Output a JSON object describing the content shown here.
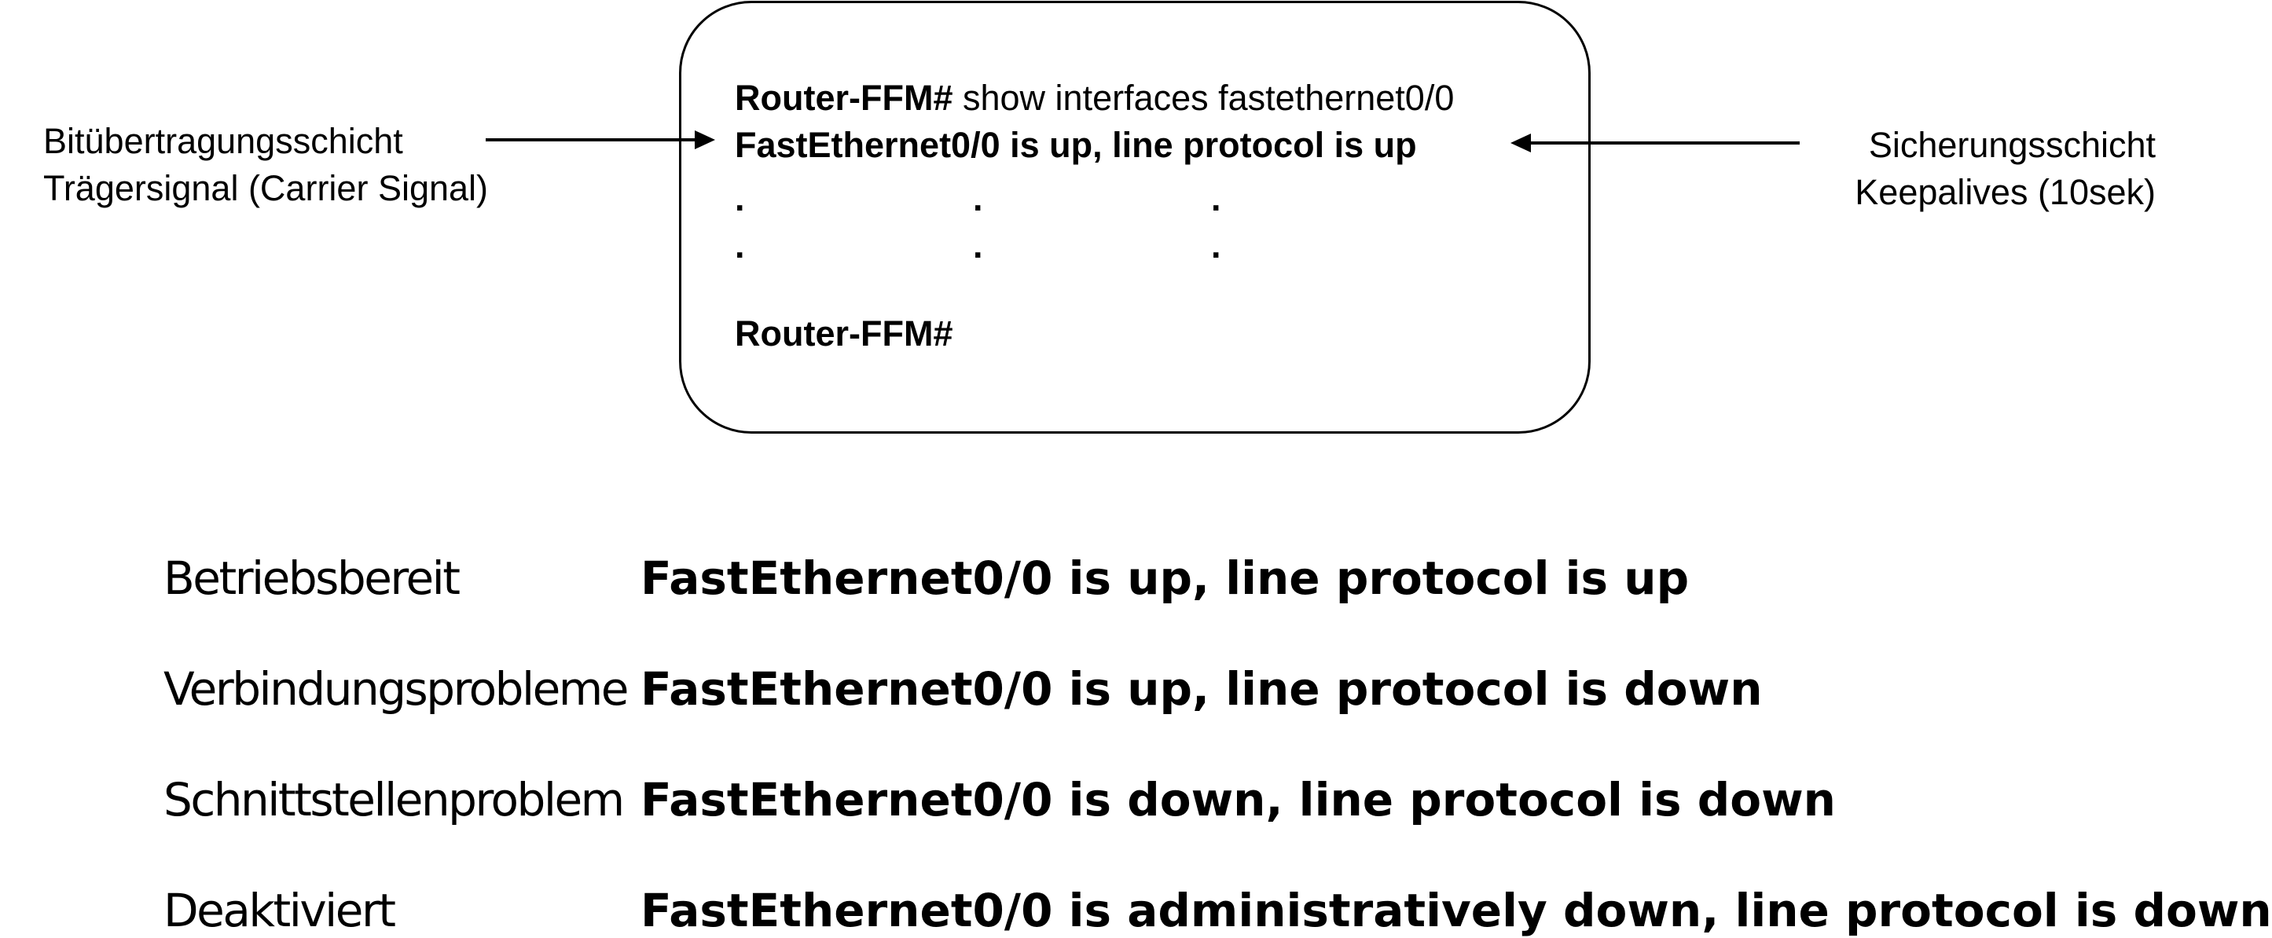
{
  "left_annotation": {
    "line1": "Bitübertragungsschicht",
    "line2": "Trägersignal (Carrier Signal)"
  },
  "right_annotation": {
    "line1": "Sicherungsschicht",
    "line2": "Keepalives (10sek)"
  },
  "terminal": {
    "prompt": "Router-FFM#",
    "command": " show interfaces fastethernet0/0",
    "status_line": "FastEthernet0/0 is up, line protocol is up",
    "dot": ".",
    "final_prompt": "Router-FFM#"
  },
  "states": [
    {
      "label": "Betriebsbereit",
      "text": "FastEthernet0/0 is up, line protocol is up"
    },
    {
      "label": "Verbindungsprobleme",
      "text": "FastEthernet0/0 is up, line protocol is down"
    },
    {
      "label": "Schnittstellenproblem",
      "text": "FastEthernet0/0 is down, line protocol is down"
    },
    {
      "label": "Deaktiviert",
      "text": "FastEthernet0/0 is administratively down, line protocol is down"
    }
  ]
}
